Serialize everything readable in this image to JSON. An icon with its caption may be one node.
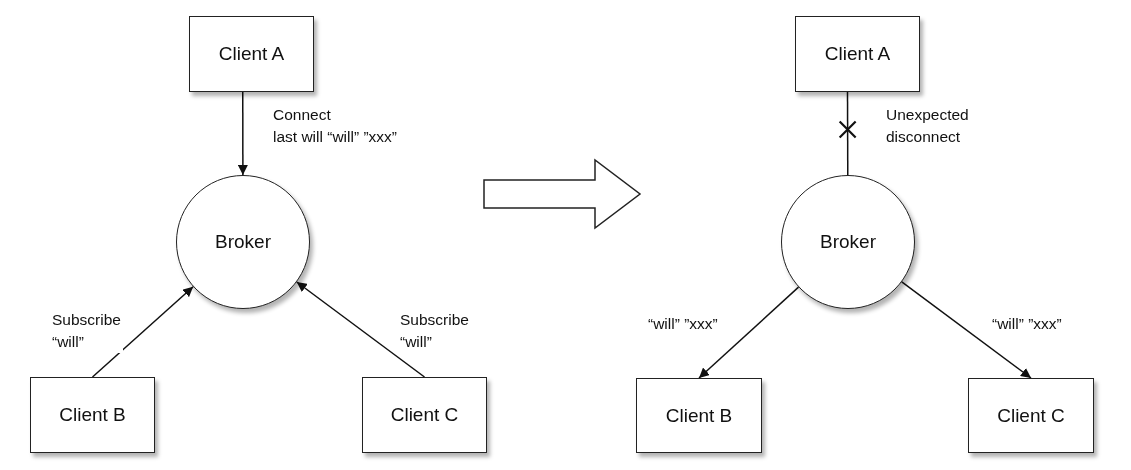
{
  "diagram": {
    "nodes": [
      {
        "text": [
          "Client A"
        ]
      },
      {
        "text": [
          "Broker"
        ]
      },
      {
        "text": [
          "Client B"
        ]
      },
      {
        "text": [
          "Client C"
        ]
      },
      {
        "text": [
          "Client A"
        ]
      },
      {
        "text": [
          "Broker"
        ]
      },
      {
        "text": [
          "Client B"
        ]
      },
      {
        "text": [
          "Client C"
        ]
      }
    ],
    "edges": [
      {
        "from": 0,
        "to": 1,
        "arrow": "to",
        "label": "Connect last will “will” ”xxx”"
      },
      {
        "from": 2,
        "to": 1,
        "arrow": "to",
        "label": "Subscribe “will”"
      },
      {
        "from": 3,
        "to": 1,
        "arrow": "to",
        "label": "Subscribe “will”"
      },
      {
        "from": 4,
        "to": 5,
        "arrow": "none",
        "label": "Unexpected disconnect"
      },
      {
        "from": 5,
        "to": 6,
        "arrow": "to",
        "label": "“will” ”xxx”"
      },
      {
        "from": 5,
        "to": 7,
        "arrow": "to",
        "label": "“will” ”xxx”"
      }
    ]
  }
}
